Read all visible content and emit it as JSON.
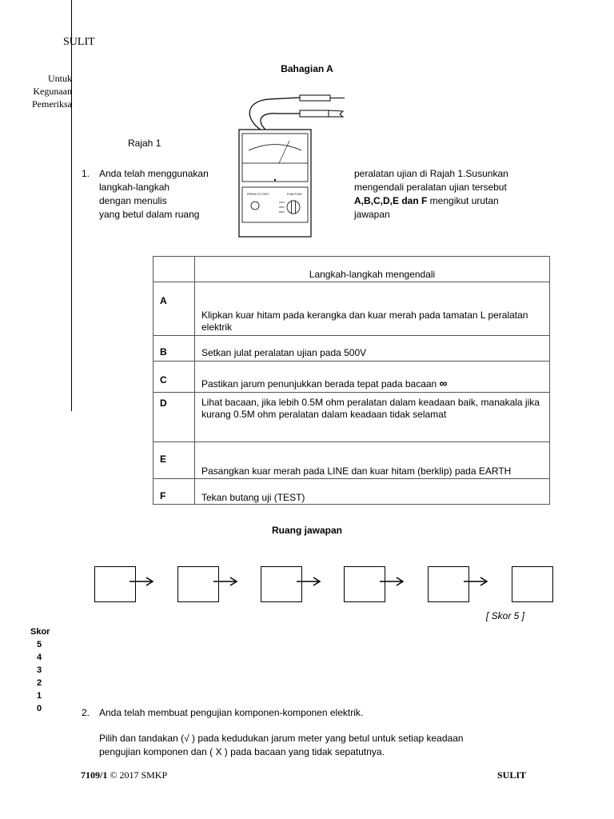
{
  "header": {
    "sulit": "SULIT",
    "margin_note": [
      "Untuk",
      "Kegunaan",
      "Pemeriksa"
    ]
  },
  "section_title": "Bahagian A",
  "figure": {
    "caption": "Rajah 1",
    "meter_labels": {
      "press_to_test": "PRESS TO TEST",
      "function": "FUNCTION",
      "ranges": [
        "100V",
        "250V",
        "500V"
      ]
    }
  },
  "question1": {
    "number": "1.",
    "left_lines": [
      "Anda telah menggunakan",
      "langkah-langkah",
      "dengan menulis",
      "yang betul dalam ruang"
    ],
    "right_line1": "peralatan ujian di Rajah 1.Susunkan",
    "right_line2": "mengendali peralatan ujian tersebut",
    "right_bold": "A,B,C,D,E dan F",
    "right_line3_rest": " mengikut urutan",
    "right_line4": "jawapan"
  },
  "table": {
    "header": "Langkah-langkah mengendali",
    "rows": [
      {
        "key": "A",
        "text": "Klipkan kuar hitam pada kerangka dan kuar merah pada tamatan L peralatan elektrik"
      },
      {
        "key": "B",
        "text": "Setkan julat peralatan ujian pada 500V"
      },
      {
        "key": "C",
        "text": "Pastikan jarum penunjukkan berada tepat pada bacaan",
        "symbol": "∞"
      },
      {
        "key": "D",
        "text": "Lihat bacaan, jika lebih 0.5M ohm peralatan dalam keadaan baik, manakala jika  kurang 0.5M ohm peralatan dalam keadaan tidak selamat"
      },
      {
        "key": "E",
        "text": "Pasangkan kuar merah pada LINE dan kuar hitam (berklip) pada EARTH"
      },
      {
        "key": "F",
        "text": "Tekan butang uji (TEST)"
      }
    ]
  },
  "answer": {
    "title": "Ruang jawapan",
    "skor_note": "[ Skor 5 ]"
  },
  "score_column": {
    "label": "Skor",
    "values": [
      "5",
      "4",
      "3",
      "2",
      "1",
      "0"
    ]
  },
  "question2": {
    "number": "2.",
    "line1": "Anda telah membuat pengujian komponen-komponen elektrik.",
    "line2": "Pilih dan tandakan (√ ) pada kedudukan jarum meter yang betul untuk setiap keadaan",
    "line3": "pengujian  komponen  dan ( X ) pada bacaan yang tidak  sepatutnya."
  },
  "footer": {
    "code": "7109/1",
    "rest": " © 2017  SMKP",
    "sulit": "SULIT"
  }
}
